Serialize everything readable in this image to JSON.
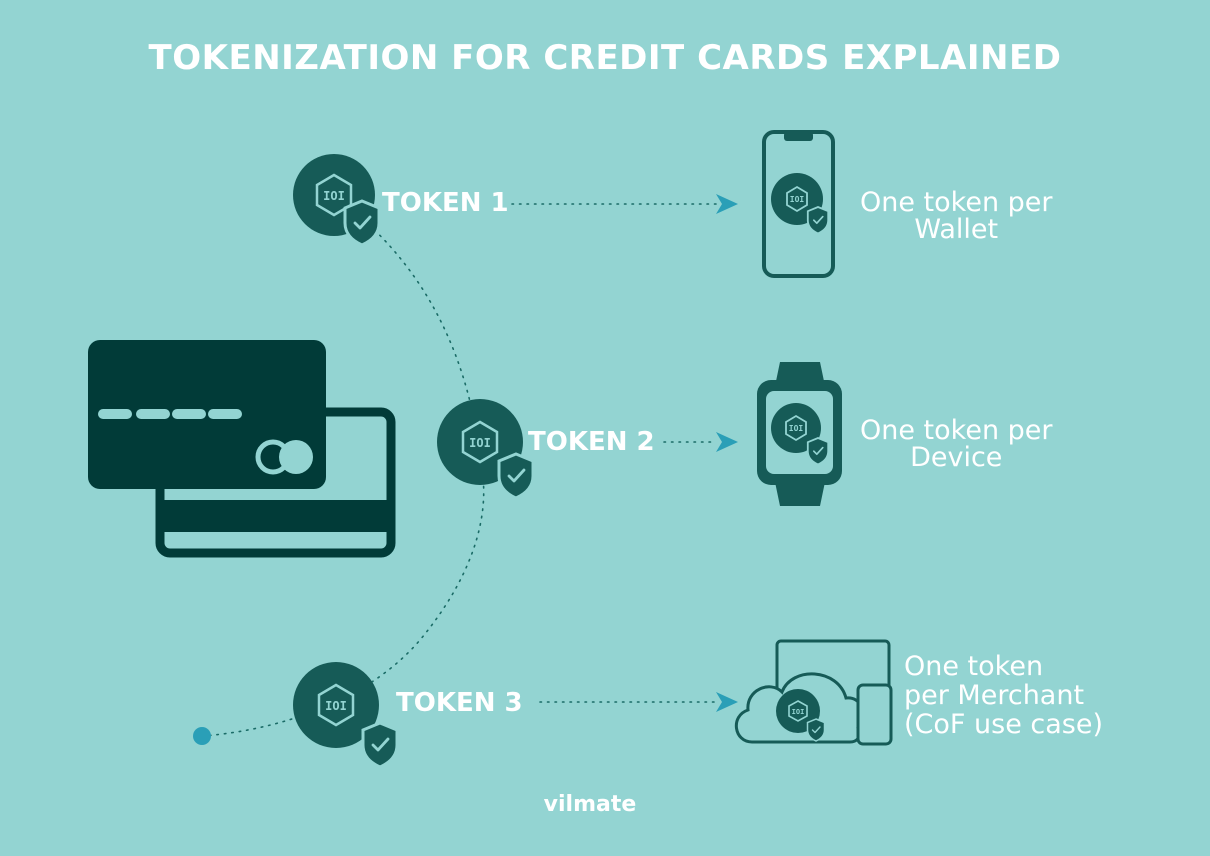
{
  "title": "TOKENIZATION FOR CREDIT CARDS EXPLAINED",
  "tokens": [
    {
      "label": "TOKEN 1",
      "description": [
        "One token per",
        "Wallet"
      ],
      "target_icon": "smartphone-icon"
    },
    {
      "label": "TOKEN 2",
      "description": [
        "One token per",
        "Device"
      ],
      "target_icon": "smartwatch-icon"
    },
    {
      "label": "TOKEN 3",
      "description": [
        "One token",
        "per Merchant",
        "(CoF use case)"
      ],
      "target_icon": "cloud-devices-icon"
    }
  ],
  "token_icon_text": "IOI",
  "brand": "vilmate",
  "colors": {
    "background": "#93d4d2",
    "dark": "#165b57",
    "card_dark": "#013b38",
    "accent": "#2a9fb7",
    "text": "#ffffff"
  }
}
